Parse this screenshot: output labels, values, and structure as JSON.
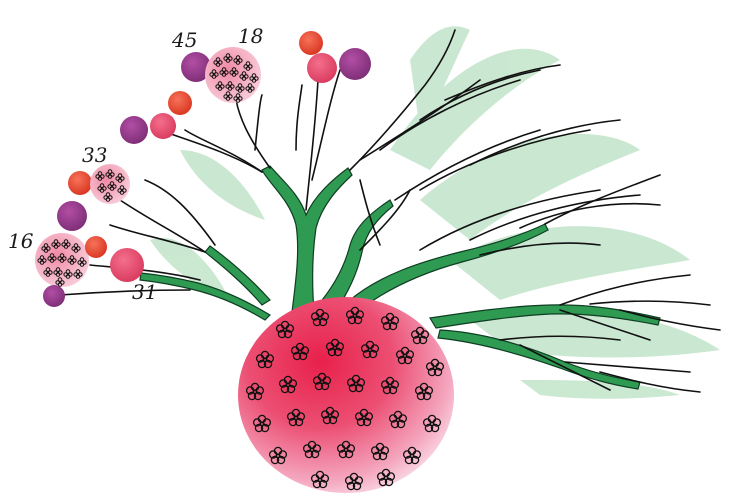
{
  "labels": {
    "l45": "45",
    "l18": "18",
    "l33": "33",
    "l16": "16",
    "l31": "31"
  },
  "colors": {
    "branch_fill": "#2e9a52",
    "branch_wash": "#a9d8b4",
    "line": "#111111",
    "crimson": "#d9244f",
    "pink_light": "#f4b7c9",
    "purple": "#9a3d8d",
    "orange_red": "#e0452a"
  }
}
